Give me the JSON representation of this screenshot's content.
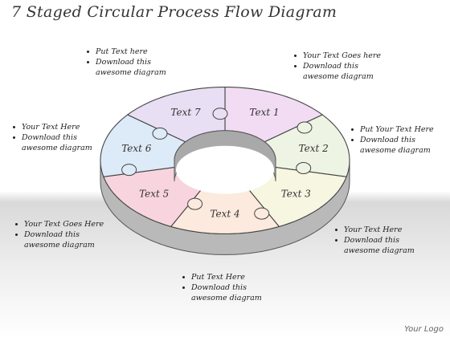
{
  "title": "7 Staged Circular Process Flow Diagram",
  "logo": "Your Logo",
  "segments": [
    {
      "label": "Text 1",
      "color": "#f1dcf3"
    },
    {
      "label": "Text 2",
      "color": "#eef4e3"
    },
    {
      "label": "Text 3",
      "color": "#f6f6e1"
    },
    {
      "label": "Text 4",
      "color": "#fbeadd"
    },
    {
      "label": "Text 5",
      "color": "#f8d4de"
    },
    {
      "label": "Text 6",
      "color": "#ddeaf8"
    },
    {
      "label": "Text 7",
      "color": "#e8dff4"
    }
  ],
  "notes": [
    {
      "bullets": [
        "Put Text here",
        "Download this"
      ],
      "cont": "awesome diagram"
    },
    {
      "bullets": [
        "Your Text Goes here",
        "Download this"
      ],
      "cont": "awesome diagram"
    },
    {
      "bullets": [
        "Your Text Here",
        "Download this"
      ],
      "cont": "awesome diagram"
    },
    {
      "bullets": [
        "Put Your Text Here",
        "Download this"
      ],
      "cont": "awesome diagram"
    },
    {
      "bullets": [
        "Your Text Goes Here",
        "Download this"
      ],
      "cont": "awesome diagram"
    },
    {
      "bullets": [
        "Your Text Here",
        "Download this"
      ],
      "cont": "awesome diagram"
    },
    {
      "bullets": [
        "Put Text Here",
        "Download this"
      ],
      "cont": "awesome diagram"
    }
  ]
}
